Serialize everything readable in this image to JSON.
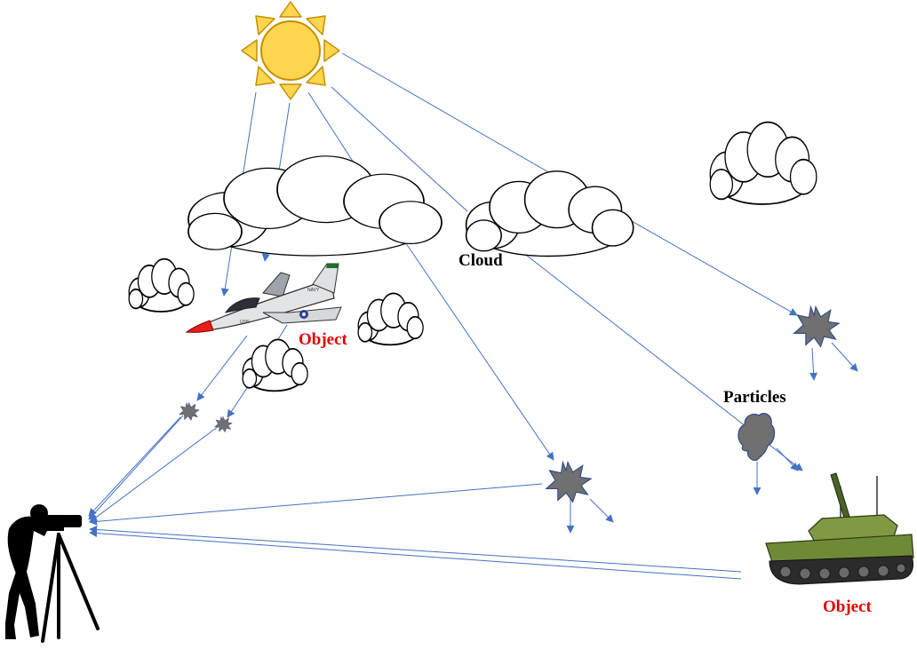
{
  "labels": {
    "cloud": "Cloud",
    "particles": "Particles",
    "object_aircraft": "Object",
    "object_tank": "Object"
  },
  "icons": {
    "sun": "sun-icon",
    "cloud": "cloud-icon",
    "particle_burst": "particle-burst-icon",
    "particle_plume": "particle-plume-icon",
    "aircraft": "jet-aircraft-icon",
    "tank": "tank-icon",
    "camera_operator": "camera-operator-icon"
  },
  "aircraft_markings": {
    "tail": "NAVY",
    "nose": "USN"
  },
  "colors": {
    "ray": "#4472c4",
    "sun_fill": "#ffd54f",
    "sun_stroke": "#c49000",
    "particle_fill": "#707070",
    "particle_stroke": "#2e4a8a",
    "object_label": "#e00000",
    "text": "#000000"
  }
}
